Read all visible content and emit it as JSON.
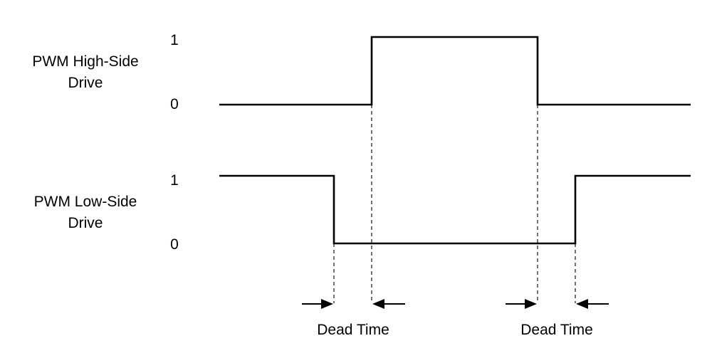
{
  "signals": [
    {
      "label_line1": "PWM High-Side",
      "label_line2": "Drive",
      "level_high": "1",
      "level_low": "0"
    },
    {
      "label_line1": "PWM Low-Side",
      "label_line2": "Drive",
      "level_high": "1",
      "level_low": "0"
    }
  ],
  "dead_time_labels": [
    "Dead Time",
    "Dead Time"
  ]
}
